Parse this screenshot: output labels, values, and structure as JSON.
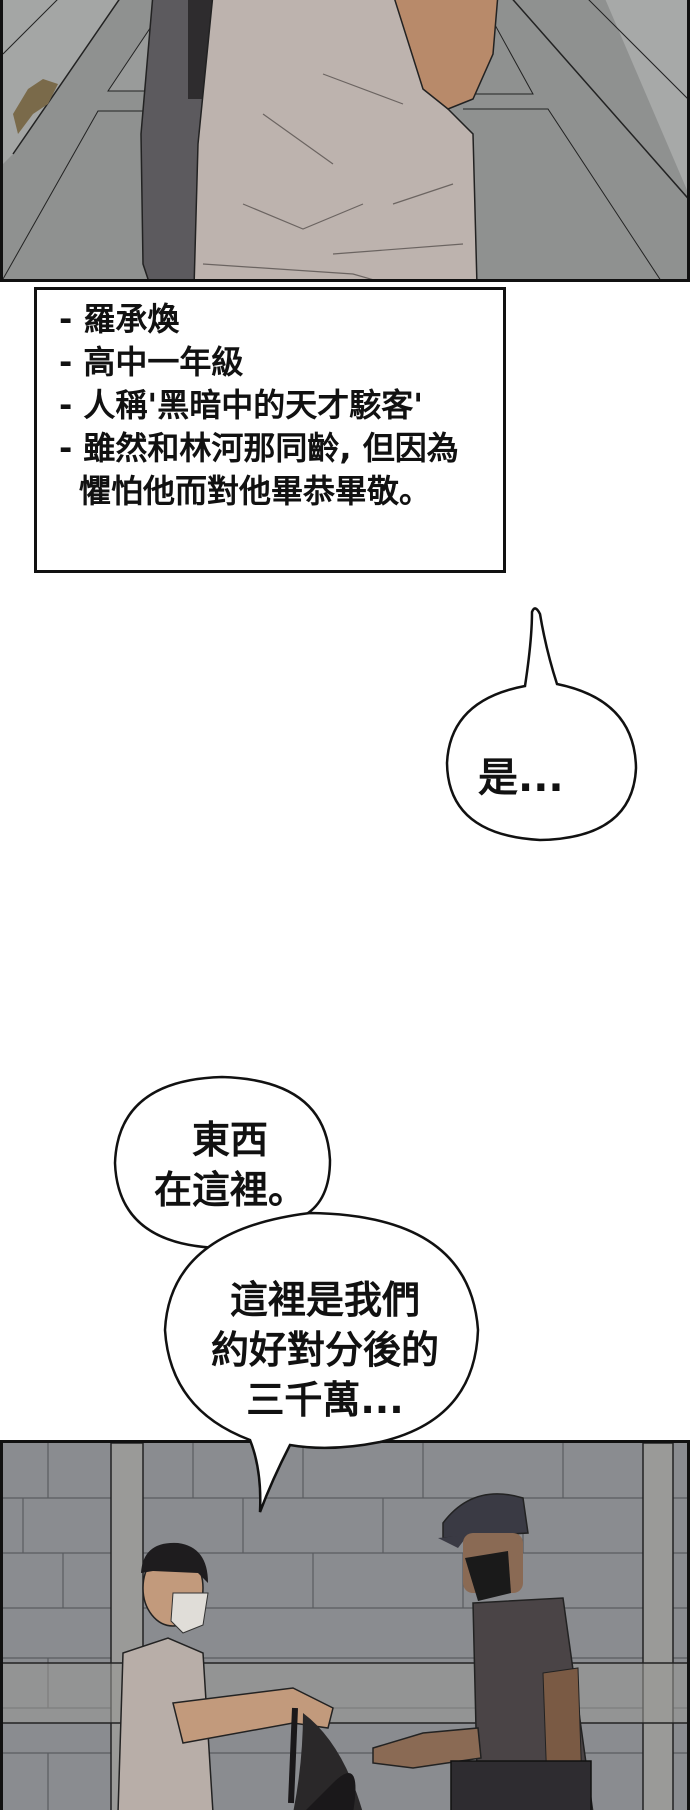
{
  "page": {
    "type": "webtoon-strip",
    "background_color": "#ffffff"
  },
  "panels": [
    {
      "id": "top",
      "description": "Back view of a student in a light t-shirt with a backpack walking down a gray tiled walkway",
      "colors": {
        "ground": "#8f9190",
        "shirt": "#bdb3ae",
        "backpack": "#5a5658",
        "skin": "#c08a6a"
      }
    },
    {
      "id": "bottom",
      "description": "Masked student in glasses hands a black bag to a man in a cap and mask with tattooed arm, in front of a gray brick wall",
      "colors": {
        "wall": "#8a8c90",
        "pillar": "#9a9a98",
        "shirt_left": "#b8aea8",
        "shirt_right": "#4a4446"
      }
    }
  ],
  "caption": {
    "lines": [
      "- 羅承煥",
      "- 高中一年級",
      "- 人稱'黑暗中的天才駭客'",
      "- 雖然和林河那同齡, 但因為",
      "懼怕他而對他畢恭畢敬。"
    ]
  },
  "bubbles": {
    "yes": {
      "text": "是..."
    },
    "first": {
      "lines": [
        "東西",
        "在這裡。"
      ]
    },
    "second": {
      "lines": [
        "這裡是我們",
        "約好對分後的",
        "三千萬..."
      ]
    }
  }
}
